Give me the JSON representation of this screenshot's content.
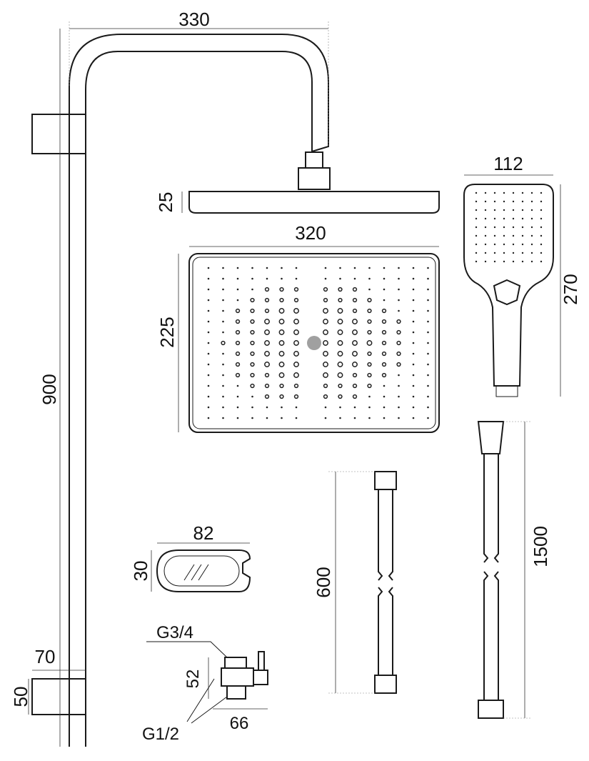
{
  "dimensions": {
    "arm_length": "330",
    "head_thickness": "25",
    "head_width": "320",
    "head_depth": "225",
    "handshower_width": "112",
    "handshower_length": "270",
    "rail_height": "900",
    "soap_dish_width": "82",
    "soap_dish_depth": "30",
    "short_hose_length": "600",
    "long_hose_length": "1500",
    "bracket_width": "70",
    "bracket_height": "50",
    "diverter_height": "52",
    "diverter_width": "66"
  },
  "threads": {
    "inlet_top": "G3/4",
    "inlet_bottom": "G1/2"
  },
  "colors": {
    "line": "#1a1a1a",
    "center_nozzle": "#a0a0a0"
  }
}
